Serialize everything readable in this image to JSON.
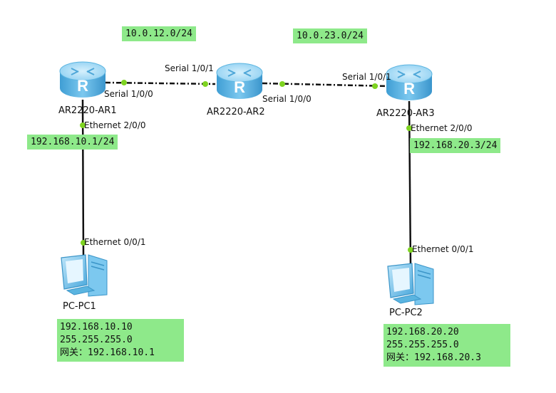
{
  "routers": [
    {
      "name": "AR2220-AR1"
    },
    {
      "name": "AR2220-AR2"
    },
    {
      "name": "AR2220-AR3"
    }
  ],
  "pcs": [
    {
      "name": "PC-PC1"
    },
    {
      "name": "PC-PC2"
    }
  ],
  "icon_glyph": "R",
  "networks": {
    "link_ar1_ar2": "10.0.12.0/24",
    "link_ar2_ar3": "10.0.23.0/24"
  },
  "interfaces": {
    "ar1_serial": "Serial 1/0/0",
    "ar1_eth": "Ethernet 2/0/0",
    "ar2_serial_left": "Serial 1/0/1",
    "ar2_serial_right": "Serial 1/0/0",
    "ar3_serial": "Serial 1/0/1",
    "ar3_eth": "Ethernet 2/0/0",
    "pc1_eth": "Ethernet 0/0/1",
    "pc2_eth": "Ethernet 0/0/1"
  },
  "addresses": {
    "ar1_eth_ip": "192.168.10.1/24",
    "ar3_eth_ip": "192.168.20.3/24"
  },
  "pc1_config": {
    "ip": "192.168.10.10",
    "mask": "255.255.255.0",
    "gateway": "网关：192.168.10.1"
  },
  "pc2_config": {
    "ip": "192.168.20.20",
    "mask": "255.255.255.0",
    "gateway": "网关：192.168.20.3"
  },
  "colors": {
    "note_bg": "#8ee98a",
    "port_dot": "#7ed321",
    "router_body": "#5ab4e0",
    "router_top": "#a9dcf5",
    "pc_body": "#6ec0ea",
    "serial_link": "#111111",
    "ethernet_link": "#111111"
  }
}
